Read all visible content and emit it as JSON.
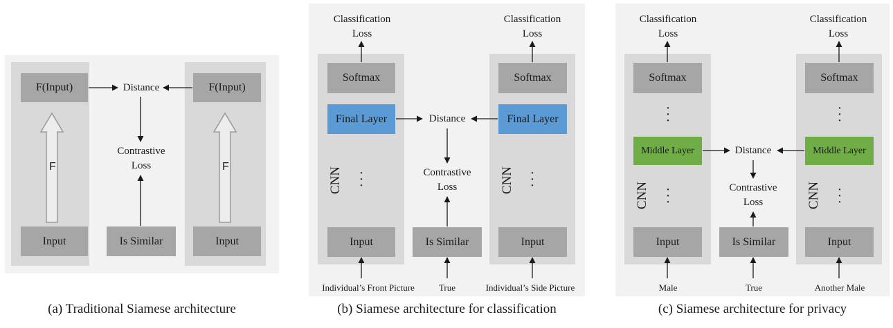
{
  "panel_a": {
    "caption": "(a) Traditional Siamese architecture",
    "f_input_left": "F(Input)",
    "f_input_right": "F(Input)",
    "distance": "Distance",
    "contrastive_line1": "Contrastive",
    "contrastive_line2": "Loss",
    "f_left": "F",
    "f_right": "F",
    "input_left": "Input",
    "is_similar": "Is Similar",
    "input_right": "Input"
  },
  "panel_b": {
    "caption": "(b) Siamese architecture for classification",
    "class_loss_left_1": "Classification",
    "class_loss_left_2": "Loss",
    "class_loss_right_1": "Classification",
    "class_loss_right_2": "Loss",
    "softmax_left": "Softmax",
    "softmax_right": "Softmax",
    "final_layer_left": "Final Layer",
    "final_layer_right": "Final Layer",
    "distance": "Distance",
    "contrastive_line1": "Contrastive",
    "contrastive_line2": "Loss",
    "cnn_left": "CNN",
    "cnn_right": "CNN",
    "input_left": "Input",
    "is_similar": "Is Similar",
    "input_right": "Input",
    "bottom_left": "Individual’s Front Picture",
    "bottom_mid": "True",
    "bottom_right": "Individual’s Side Picture"
  },
  "panel_c": {
    "caption": "(c) Siamese architecture for privacy",
    "class_loss_left_1": "Classification",
    "class_loss_left_2": "Loss",
    "class_loss_right_1": "Classification",
    "class_loss_right_2": "Loss",
    "softmax_left": "Softmax",
    "softmax_right": "Softmax",
    "middle_layer_left": "Middle Layer",
    "middle_layer_right": "Middle Layer",
    "distance": "Distance",
    "contrastive_line1": "Contrastive",
    "contrastive_line2": "Loss",
    "cnn_left": "CNN",
    "cnn_right": "CNN",
    "input_left": "Input",
    "is_similar": "Is Similar",
    "input_right": "Input",
    "bottom_left": "Male",
    "bottom_mid": "True",
    "bottom_right": "Another Male"
  }
}
